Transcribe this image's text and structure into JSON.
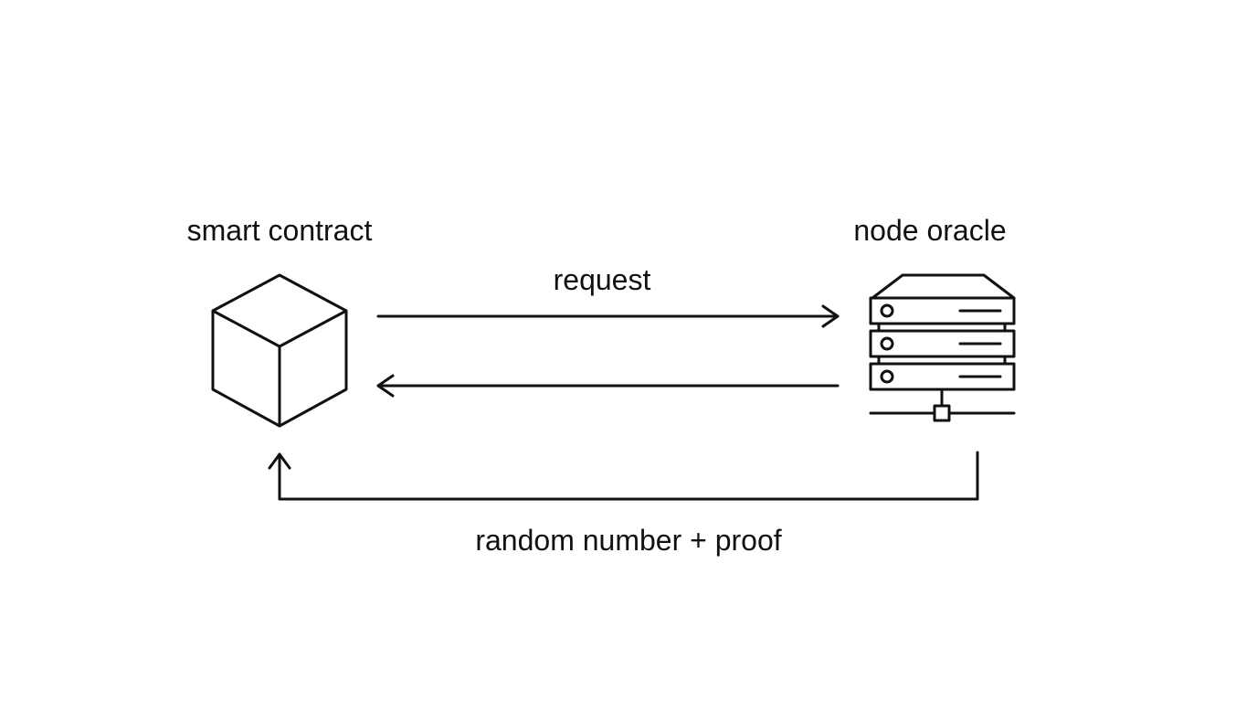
{
  "nodes": {
    "smart_contract": {
      "label": "smart contract",
      "icon": "cube-icon"
    },
    "node_oracle": {
      "label": "node oracle",
      "icon": "server-stack-icon"
    }
  },
  "edges": {
    "request": {
      "label": "request",
      "from": "smart contract",
      "to": "node oracle"
    },
    "response": {
      "label": "",
      "from": "node oracle",
      "to": "smart contract"
    },
    "result": {
      "label": "random number + proof",
      "from": "node oracle",
      "to": "smart contract"
    }
  },
  "colors": {
    "stroke": "#111111",
    "background": "#ffffff"
  }
}
